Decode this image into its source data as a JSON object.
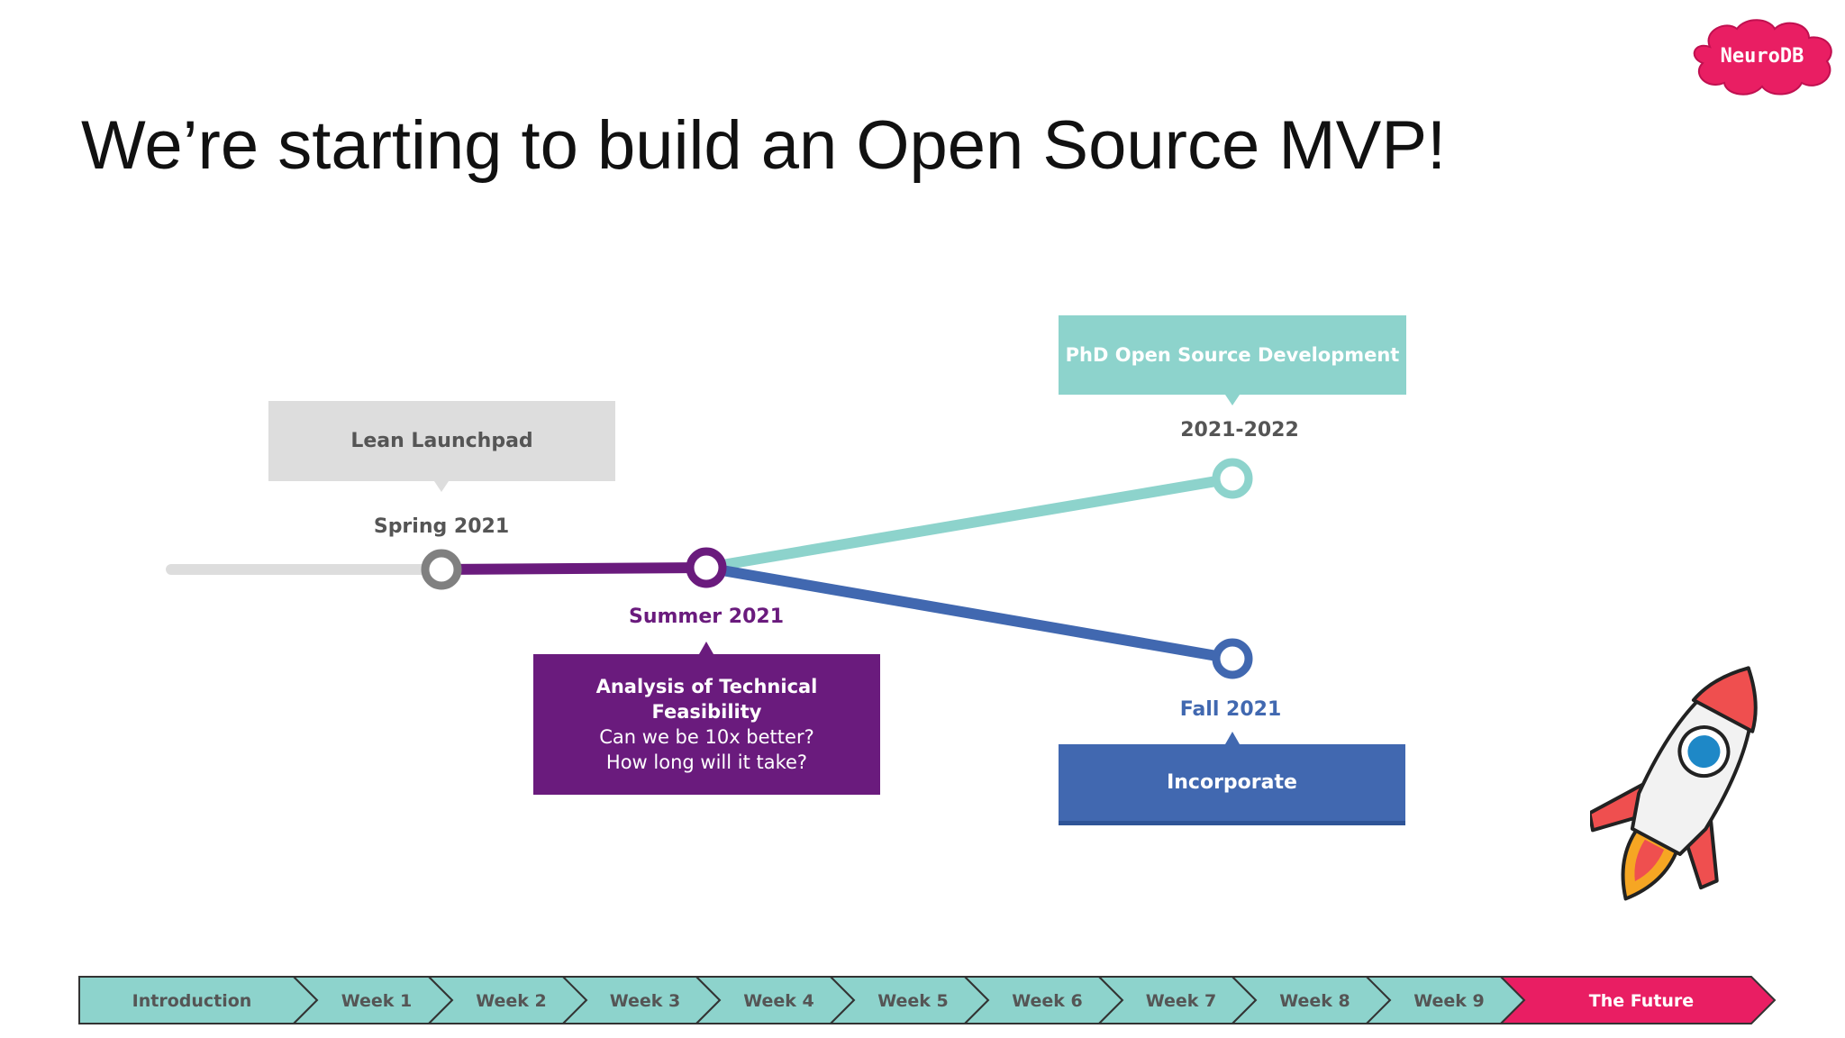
{
  "slide": {
    "title": "We’re starting to build an Open Source MVP!"
  },
  "logo": {
    "text": "NeuroDB"
  },
  "timeline": {
    "milestones": [
      {
        "date": "Spring 2021",
        "box": "Lean Launchpad",
        "color": "#808080"
      },
      {
        "date": "Summer 2021",
        "box_title": "Analysis of Technical Feasibility",
        "box_lines": [
          "Can we be 10x better?",
          "How long will it take?"
        ],
        "color": "#6a1b7d"
      },
      {
        "date": "2021-2022",
        "box": "PhD Open Source Development",
        "color": "#8dd3cc"
      },
      {
        "date": "Fall 2021",
        "box": "Incorporate",
        "color": "#4168b0"
      }
    ]
  },
  "progress_bar": {
    "items": [
      "Introduction",
      "Week 1",
      "Week 2",
      "Week 3",
      "Week 4",
      "Week 5",
      "Week 6",
      "Week 7",
      "Week 8",
      "Week 9",
      "The Future"
    ],
    "colors": {
      "past": "#8dd3cc",
      "current": "#e91e63"
    }
  },
  "icons": {
    "rocket": "rocket-icon",
    "logo_shape": "cloud-icon"
  }
}
